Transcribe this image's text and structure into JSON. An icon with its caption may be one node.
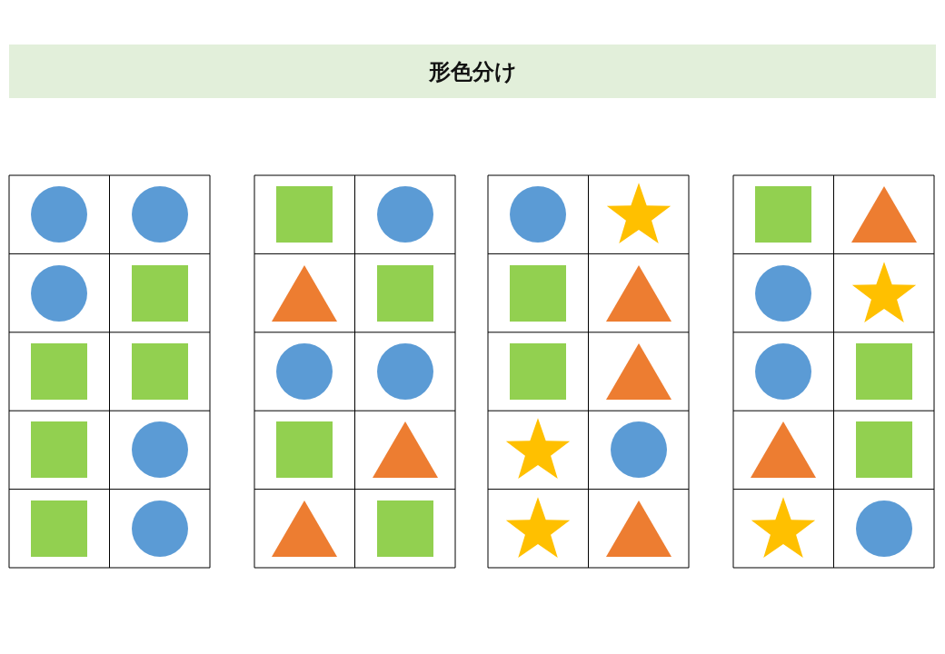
{
  "diagram": {
    "title": "形色分け",
    "nodes": [
      {
        "text": [],
        "shape": "grid"
      },
      {
        "text": [],
        "shape": "circle",
        "in": 0
      },
      {
        "text": [],
        "shape": "circle",
        "in": 0
      },
      {
        "text": [],
        "shape": "circle",
        "in": 0
      },
      {
        "text": [],
        "shape": "square",
        "in": 0
      },
      {
        "text": [],
        "shape": "square",
        "in": 0
      },
      {
        "text": [],
        "shape": "square",
        "in": 0
      },
      {
        "text": [],
        "shape": "square",
        "in": 0
      },
      {
        "text": [],
        "shape": "circle",
        "in": 0
      },
      {
        "text": [],
        "shape": "square",
        "in": 0
      },
      {
        "text": [],
        "shape": "circle",
        "in": 0
      },
      {
        "text": [],
        "shape": "grid"
      },
      {
        "text": [],
        "shape": "square",
        "in": 11
      },
      {
        "text": [],
        "shape": "circle",
        "in": 11
      },
      {
        "text": [],
        "shape": "triangle",
        "in": 11
      },
      {
        "text": [],
        "shape": "square",
        "in": 11
      },
      {
        "text": [],
        "shape": "circle",
        "in": 11
      },
      {
        "text": [],
        "shape": "circle",
        "in": 11
      },
      {
        "text": [],
        "shape": "square",
        "in": 11
      },
      {
        "text": [],
        "shape": "triangle",
        "in": 11
      },
      {
        "text": [],
        "shape": "triangle",
        "in": 11
      },
      {
        "text": [],
        "shape": "square",
        "in": 11
      },
      {
        "text": [],
        "shape": "grid"
      },
      {
        "text": [],
        "shape": "circle",
        "in": 22
      },
      {
        "text": [],
        "shape": "star",
        "in": 22
      },
      {
        "text": [],
        "shape": "square",
        "in": 22
      },
      {
        "text": [],
        "shape": "triangle",
        "in": 22
      },
      {
        "text": [],
        "shape": "square",
        "in": 22
      },
      {
        "text": [],
        "shape": "triangle",
        "in": 22
      },
      {
        "text": [],
        "shape": "star",
        "in": 22
      },
      {
        "text": [],
        "shape": "circle",
        "in": 22
      },
      {
        "text": [],
        "shape": "star",
        "in": 22
      },
      {
        "text": [],
        "shape": "triangle",
        "in": 22
      },
      {
        "text": [],
        "shape": "grid"
      },
      {
        "text": [],
        "shape": "square",
        "in": 33
      },
      {
        "text": [],
        "shape": "triangle",
        "in": 33
      },
      {
        "text": [],
        "shape": "circle",
        "in": 33
      },
      {
        "text": [],
        "shape": "star",
        "in": 33
      },
      {
        "text": [],
        "shape": "circle",
        "in": 33
      },
      {
        "text": [],
        "shape": "square",
        "in": 33
      },
      {
        "text": [],
        "shape": "triangle",
        "in": 33
      },
      {
        "text": [],
        "shape": "square",
        "in": 33
      },
      {
        "text": [],
        "shape": "star",
        "in": 33
      },
      {
        "text": [],
        "shape": "circle",
        "in": 33
      }
    ]
  }
}
